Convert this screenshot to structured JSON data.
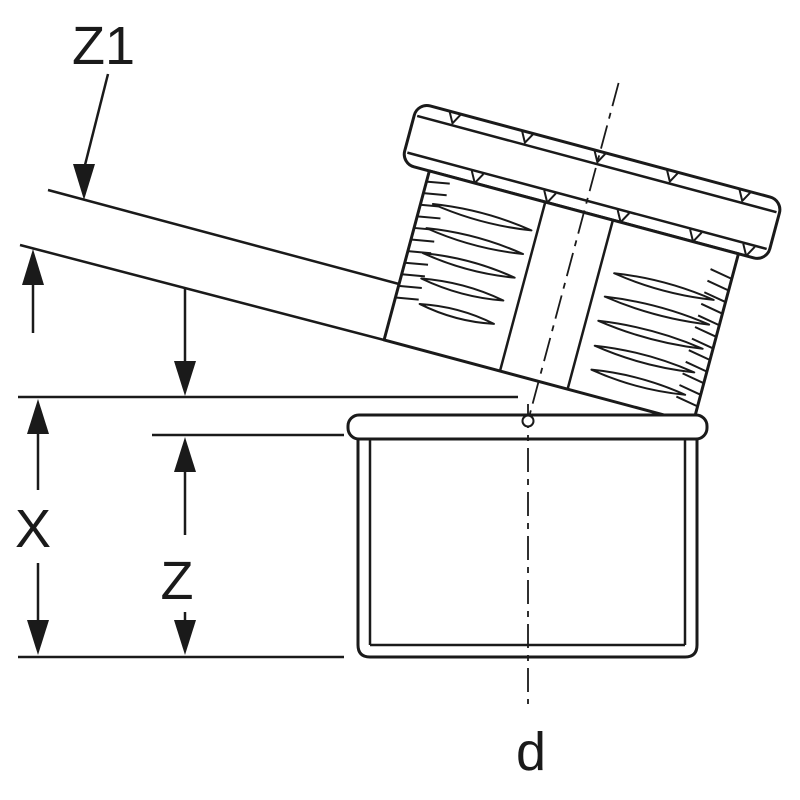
{
  "diagram": {
    "labels": {
      "z1": "Z1",
      "x": "X",
      "z": "Z",
      "d": "d"
    },
    "colors": {
      "line": "#1a1a1a",
      "background": "#ffffff"
    }
  }
}
